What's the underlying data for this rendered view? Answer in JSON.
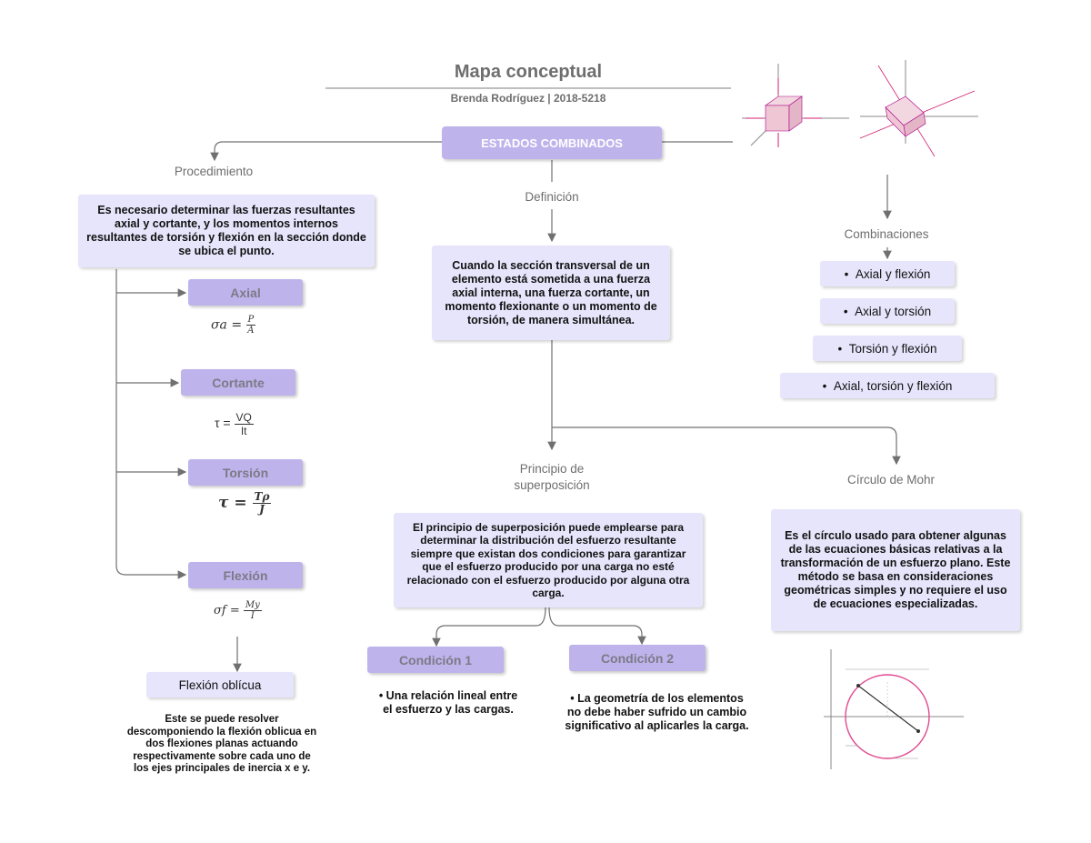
{
  "header": {
    "title": "Mapa conceptual",
    "subtitle": "Brenda Rodríguez  |  2018-5218"
  },
  "central": {
    "label": "ESTADOS COMBINADOS"
  },
  "procedimiento": {
    "label": "Procedimiento",
    "text": "Es necesario determinar las fuerzas resultantes axial y cortante, y los momentos internos resultantes de torsión y flexión en la sección donde se ubica el punto.",
    "items": [
      {
        "label": "Axial",
        "formula_lhs": "σa =",
        "formula_num": "P",
        "formula_den": "A"
      },
      {
        "label": "Cortante",
        "formula_lhs": "τ =",
        "formula_num": "VQ",
        "formula_den": "It"
      },
      {
        "label": "Torsión",
        "formula_lhs": "τ =",
        "formula_num": "Tρ",
        "formula_den": "J"
      },
      {
        "label": "Flexión",
        "formula_lhs": "σf =",
        "formula_num": "My",
        "formula_den": "I"
      }
    ],
    "oblicua": {
      "label": "Flexión oblícua",
      "text": "Este se puede resolver descomponiendo la flexión oblicua en dos flexiones planas actuando respectivamente sobre cada uno de los ejes principales de inercia x e y."
    }
  },
  "definicion": {
    "label": "Definición",
    "text": "Cuando la sección transversal de un elemento está sometida a una fuerza axial interna, una fuerza cortante, un momento flexionante o un momento de torsión, de manera simultánea."
  },
  "superposicion": {
    "label": "Principio de superposición",
    "text": "El principio de superposición puede emplearse para determinar la distribución del esfuerzo resultante siempre que existan dos condiciones para garantizar que el esfuerzo producido por una carga no esté relacionado con el esfuerzo producido por alguna otra carga.",
    "cond1": {
      "label": "Condición 1",
      "text": "Una relación lineal entre el esfuerzo y las cargas."
    },
    "cond2": {
      "label": "Condición 2",
      "text": "La geometría de los elementos no debe haber sufrido un cambio significativo al aplicarles la carga."
    }
  },
  "combinaciones": {
    "label": "Combinaciones",
    "items": [
      "Axial y flexión",
      "Axial y torsión",
      "Torsión y flexión",
      "Axial, torsión y flexión"
    ]
  },
  "mohr": {
    "label": "Círculo de Mohr",
    "text": "Es el círculo usado para obtener algunas de las ecuaciones básicas relativas a la transformación de un esfuerzo plano. Este método se basa en consideraciones geométricas simples y no requiere el uso de ecuaciones especializadas."
  },
  "colors": {
    "accent": "#bfb3ec",
    "card": "#e7e5fb",
    "line": "#707070"
  }
}
